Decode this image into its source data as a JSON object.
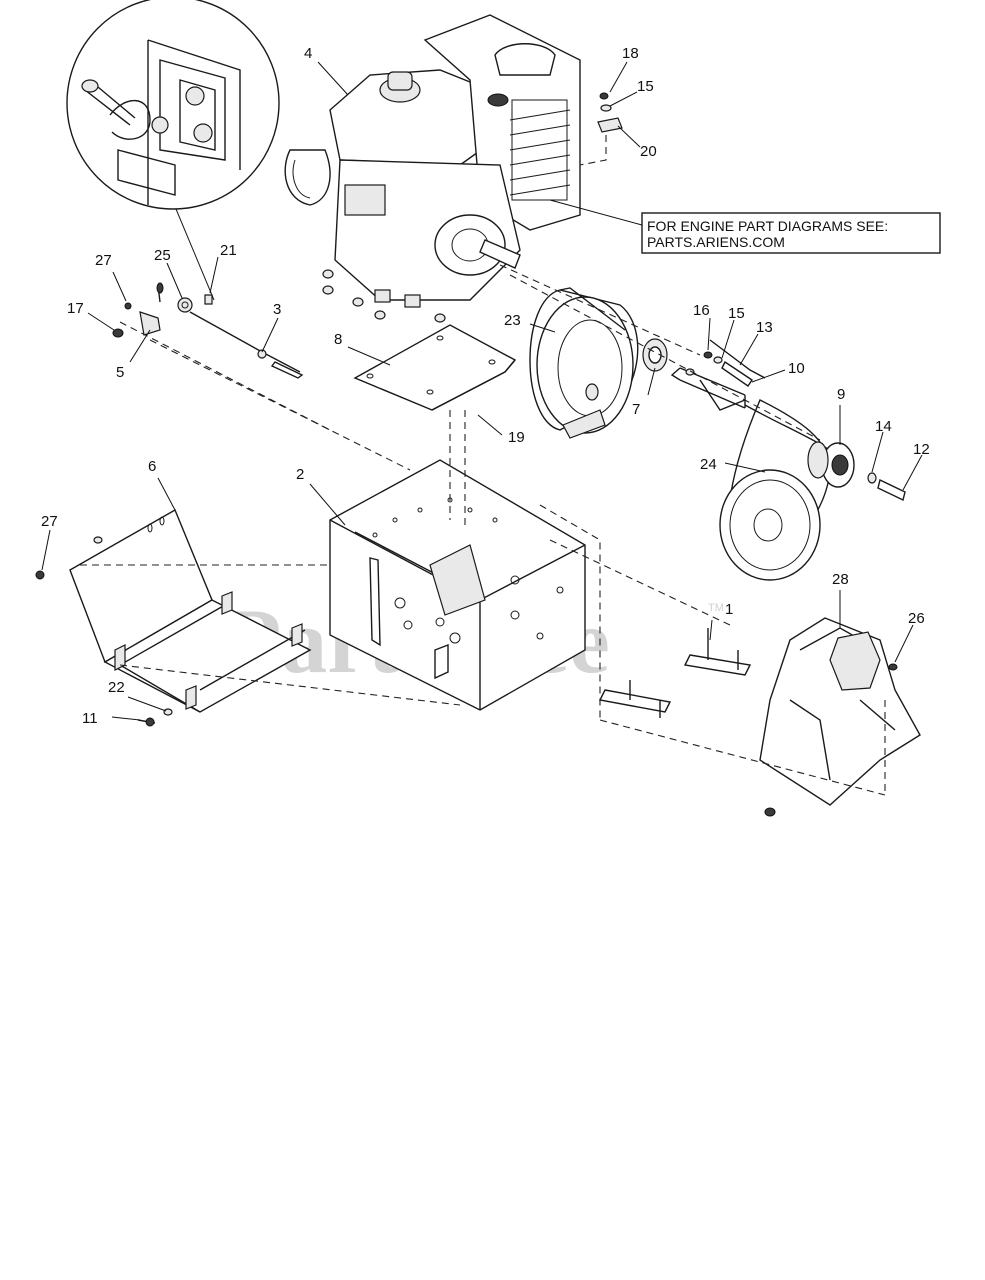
{
  "callouts": {
    "c1": "1",
    "c2": "2",
    "c3": "3",
    "c4": "4",
    "c5": "5",
    "c6": "6",
    "c7": "7",
    "c8": "8",
    "c9": "9",
    "c10": "10",
    "c11": "11",
    "c12": "12",
    "c13": "13",
    "c14": "14",
    "c15a": "15",
    "c15b": "15",
    "c16": "16",
    "c17": "17",
    "c18": "18",
    "c19": "19",
    "c20": "20",
    "c21": "21",
    "c22": "22",
    "c23": "23",
    "c24": "24",
    "c25": "25",
    "c26": "26",
    "c27a": "27",
    "c27b": "27",
    "c28": "28"
  },
  "engine_note": {
    "line1": "FOR ENGINE PART DIAGRAMS SEE:",
    "line2": "PARTS.ARIENS.COM"
  },
  "watermark": {
    "text": "PartsTree",
    "tm": "TM"
  }
}
